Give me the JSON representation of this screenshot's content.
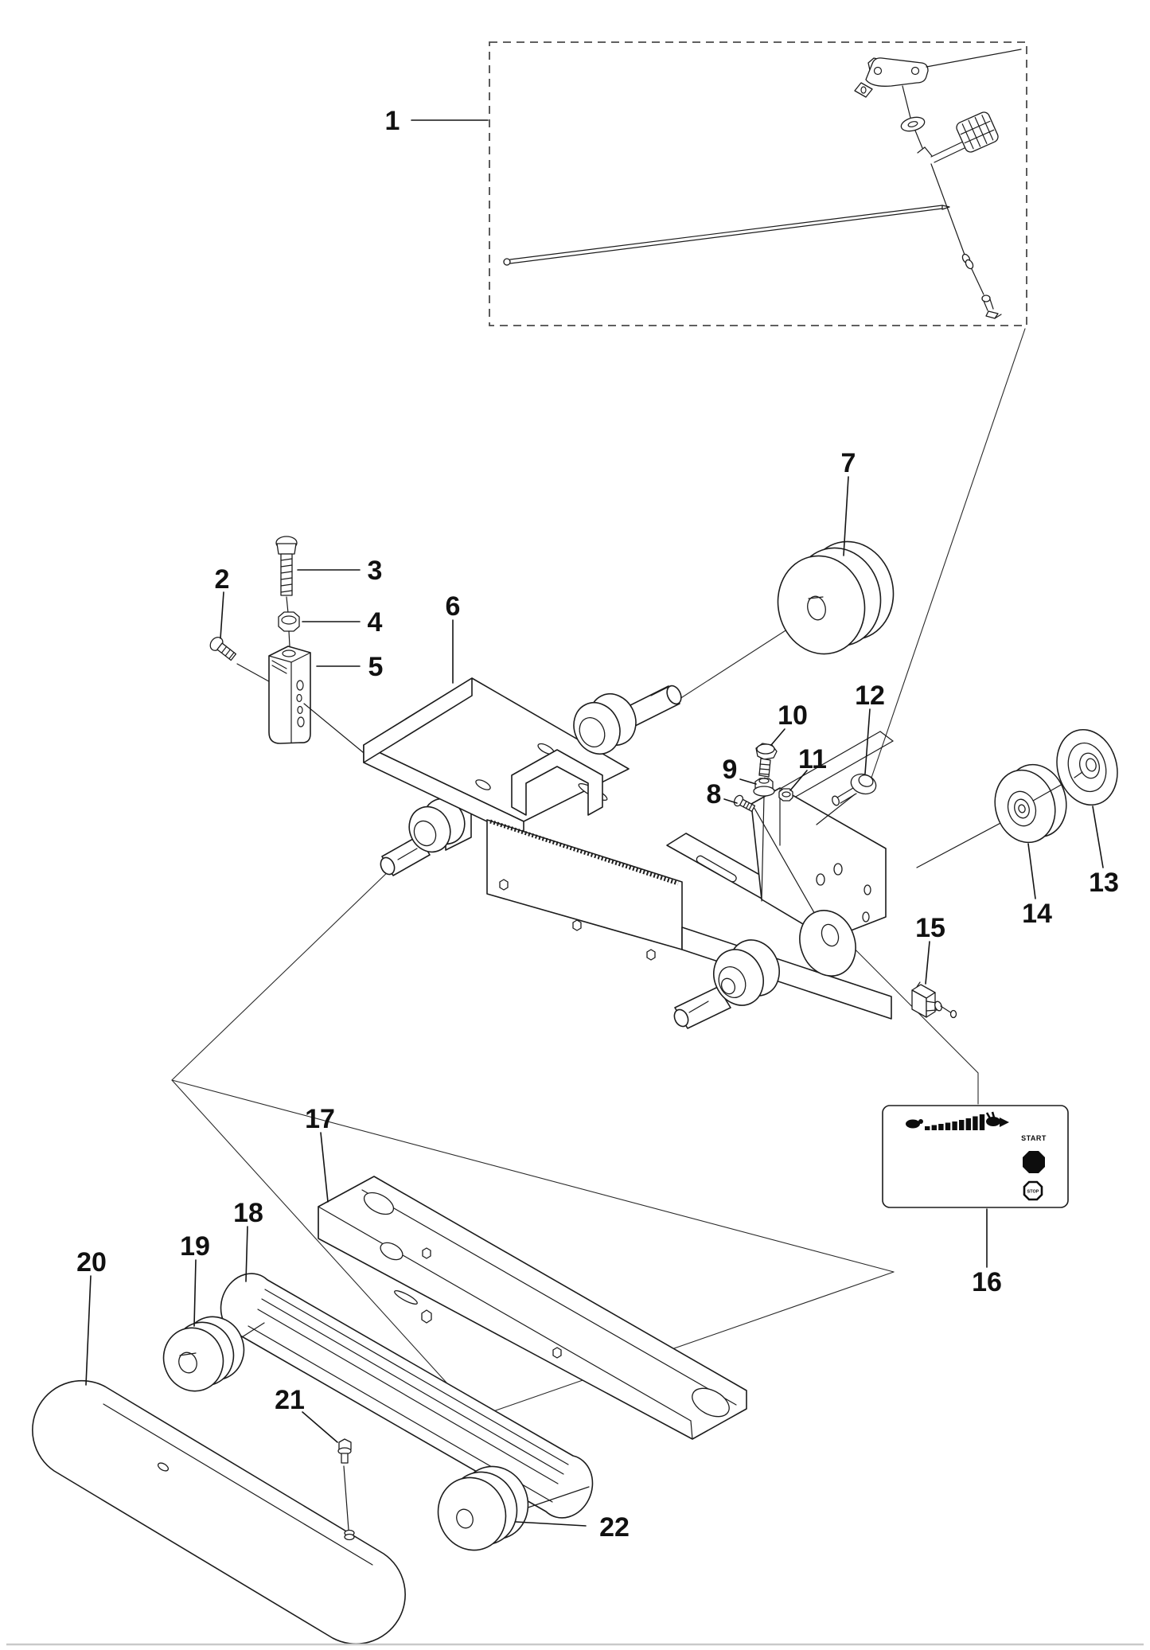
{
  "diagram": {
    "kind": "exploded-parts-diagram",
    "detail_box_style": "dashed"
  },
  "callouts": [
    {
      "label": "1"
    },
    {
      "label": "2"
    },
    {
      "label": "3"
    },
    {
      "label": "4"
    },
    {
      "label": "5"
    },
    {
      "label": "6"
    },
    {
      "label": "7"
    },
    {
      "label": "8"
    },
    {
      "label": "9"
    },
    {
      "label": "10"
    },
    {
      "label": "11"
    },
    {
      "label": "12"
    },
    {
      "label": "13"
    },
    {
      "label": "14"
    },
    {
      "label": "15"
    },
    {
      "label": "16"
    },
    {
      "label": "17"
    },
    {
      "label": "18"
    },
    {
      "label": "19"
    },
    {
      "label": "20"
    },
    {
      "label": "21"
    },
    {
      "label": "22"
    }
  ],
  "panel": {
    "start_label": "START",
    "stop_label": "STOP"
  },
  "icons": {
    "slow_speed": "turtle-icon",
    "fast_speed": "rabbit-arrow-icon",
    "speed_scale": "speed-bars-icon",
    "start_control": "start-button-icon",
    "stop_control": "stop-octagon-icon"
  },
  "colors": {
    "background": "#ffffff",
    "line": "#1c1c1c",
    "panel_button": "#0d0d0d",
    "footer_rule": "#c9c9c9"
  }
}
